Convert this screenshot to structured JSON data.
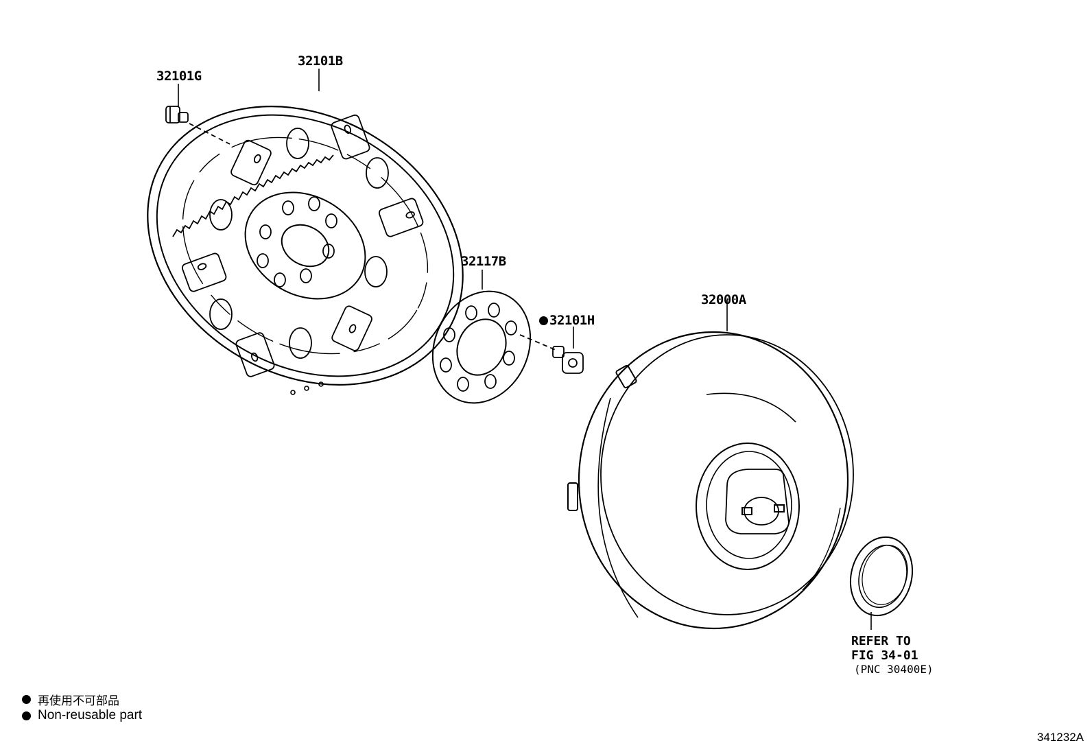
{
  "parts": {
    "p32101G": "32101G",
    "p32101B": "32101B",
    "p32117B": "32117B",
    "p32101H": "32101H",
    "p32000A": "32000A"
  },
  "reference_note": {
    "line1": "REFER TO",
    "line2": "FIG 34-01",
    "line3": "(PNC 30400E)"
  },
  "legend": {
    "japanese": "再使用不可部品",
    "english": "Non-reusable part"
  },
  "figure_number": "341232A",
  "colors": {
    "line": "#000000",
    "background": "#ffffff"
  }
}
